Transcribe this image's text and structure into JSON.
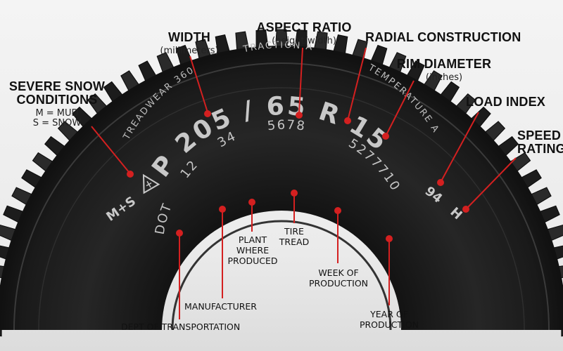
{
  "sidewall": {
    "treadwear": "TREADWEAR 360",
    "traction": "TRACTION A",
    "temperature": "TEMPERATURE A",
    "size_line": "P 205 / 65 R 15",
    "ms_mark": "M+S",
    "load_index": "94",
    "speed_rating": "H",
    "dot": "DOT",
    "manufacturer_code": "12",
    "plant_code": "34",
    "tread_code": "5678",
    "date_code": "5277710"
  },
  "labels": {
    "width": {
      "title": "WIDTH",
      "sub": "(millimeters)"
    },
    "aspect": {
      "title": "ASPECT RATIO",
      "sub": "(height/width)"
    },
    "radial": {
      "title": "RADIAL CONSTRUCTION"
    },
    "rim": {
      "title": "RIM DIAMETER",
      "sub": "(inches)"
    },
    "load": {
      "title": "LOAD INDEX"
    },
    "speed": {
      "title_line1": "SPEED",
      "title_line2": "RATING"
    },
    "snow": {
      "title_line1": "SEVERE SNOW",
      "title_line2": "CONDITIONS",
      "sub_line1": "M = MUD",
      "sub_line2": "S = SNOW"
    },
    "plant": {
      "line1": "PLANT",
      "line2": "WHERE",
      "line3": "PRODUCED"
    },
    "tread": {
      "line1": "TIRE",
      "line2": "TREAD"
    },
    "week": {
      "line1": "WEEK OF",
      "line2": "PRODUCTION"
    },
    "year": {
      "line1": "YEAR OF",
      "line2": "PRODUCTION"
    },
    "manufacturer": "MANUFACTURER",
    "dot": "DEPT OF TRANSPORTATION"
  },
  "colors": {
    "leader": "#d42020",
    "rubber": "#202020",
    "text_on_tire": "#cfcfcf"
  }
}
